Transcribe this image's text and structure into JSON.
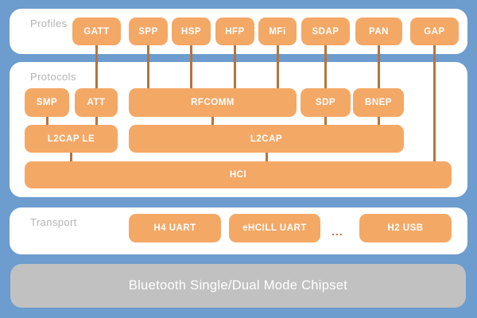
{
  "sections": {
    "profiles": {
      "label": "Profiles"
    },
    "protocols": {
      "label": "Protocols"
    },
    "transport": {
      "label": "Transport"
    }
  },
  "profiles": [
    {
      "label": "GATT"
    },
    {
      "label": "SPP"
    },
    {
      "label": "HSP"
    },
    {
      "label": "HFP"
    },
    {
      "label": "MFi"
    },
    {
      "label": "SDAP"
    },
    {
      "label": "PAN"
    },
    {
      "label": "GAP"
    }
  ],
  "protocols": {
    "row1": [
      {
        "label": "SMP"
      },
      {
        "label": "ATT"
      },
      {
        "label": "RFCOMM"
      },
      {
        "label": "SDP"
      },
      {
        "label": "BNEP"
      }
    ],
    "row2": [
      {
        "label": "L2CAP LE"
      },
      {
        "label": "L2CAP"
      }
    ],
    "row3": [
      {
        "label": "HCI"
      }
    ]
  },
  "transport": {
    "items": [
      {
        "label": "H4 UART"
      },
      {
        "label": "eHCILL UART"
      },
      {
        "label": "H2 USB"
      }
    ],
    "ellipsis": "..."
  },
  "chipset": {
    "label": "Bluetooth Single/Dual Mode Chipset"
  },
  "colors": {
    "background": "#6d9cce",
    "panel": "#ffffff",
    "box": "#f4a866",
    "connector": "#b5743c",
    "chipset": "#c1c1c1",
    "label": "#b3b3b3"
  }
}
